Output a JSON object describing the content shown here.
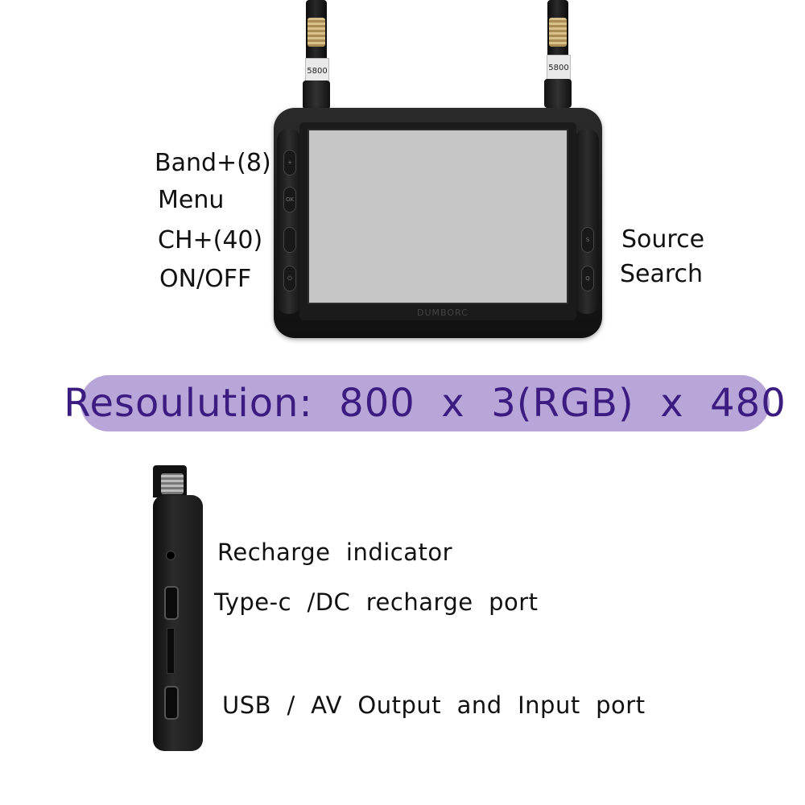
{
  "antenna_labels": {
    "left": "5800",
    "right": "5800"
  },
  "left_buttons": [
    {
      "label": "Band+(8)",
      "button_text": "+"
    },
    {
      "label": "Menu",
      "button_text": "OK"
    },
    {
      "label": "CH+(40)",
      "button_text": ""
    },
    {
      "label": "ON/OFF",
      "button_text": "⏻"
    }
  ],
  "right_buttons": [
    {
      "label": "Source",
      "button_text": "S"
    },
    {
      "label": "Search",
      "button_text": "Q"
    }
  ],
  "brand": "DUMBORC",
  "banner": {
    "text": "Resoulution:  800  x  3(RGB)  x  480",
    "background": "#b9a6d9",
    "text_color": "#3d1c82"
  },
  "side_view": {
    "recharge_indicator": "Recharge  indicator",
    "typec_port": "Type-c  /DC  recharge  port",
    "usb_av_port": "USB  /  AV  Output  and  Input  port"
  }
}
